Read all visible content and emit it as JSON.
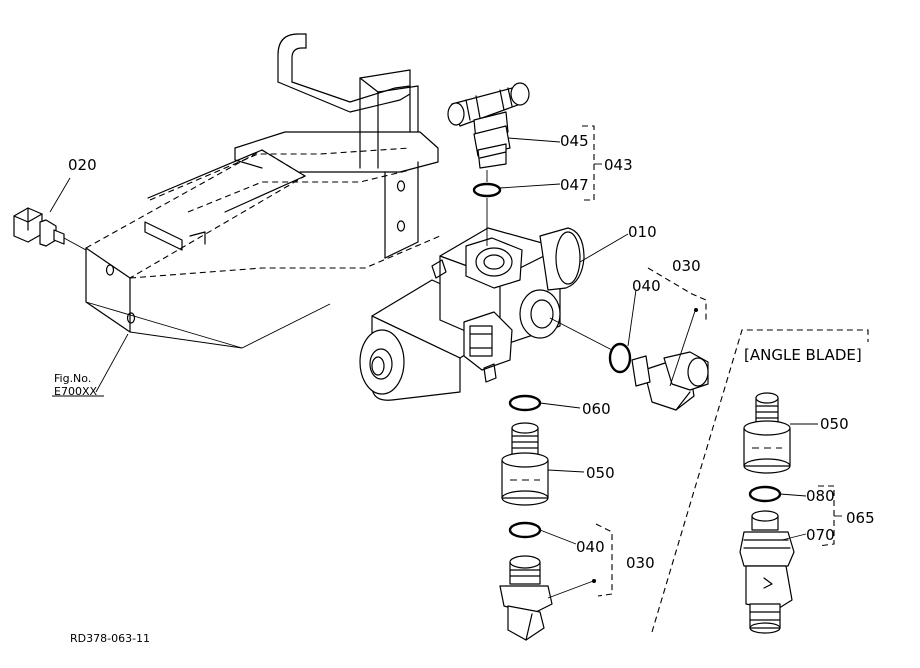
{
  "figure": {
    "drawing_code": "RD378-063-11",
    "fig_ref_label": "Fig.No.",
    "fig_ref_value": "E700XX",
    "angle_blade_label": "[ANGLE BLADE]"
  },
  "callouts": {
    "p010": "010",
    "p020": "020",
    "p030_upper": "030",
    "p030_lower": "030",
    "p040_upper": "040",
    "p040_lower": "040",
    "p043": "043",
    "p045": "045",
    "p047": "047",
    "p050_center": "050",
    "p050_right": "050",
    "p060": "060",
    "p065": "065",
    "p070": "070",
    "p080": "080"
  }
}
